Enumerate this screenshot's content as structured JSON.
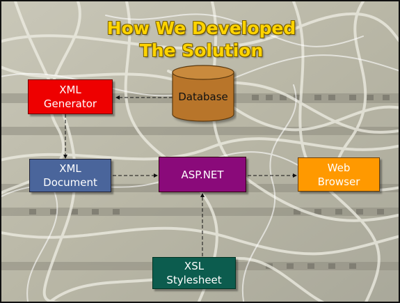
{
  "title": {
    "line1": "How We Developed",
    "line2": "The Solution"
  },
  "colors": {
    "title": "#ffd400",
    "xml_generator": "#ee0000",
    "database": "#b8742a",
    "xml_document": "#4a659b",
    "aspnet": "#8a0a7a",
    "web_browser": "#ff9900",
    "xsl_stylesheet": "#0c5c4e"
  },
  "nodes": {
    "xml_generator": "XML\nGenerator",
    "database": "Database",
    "xml_document": "XML\nDocument",
    "aspnet": "ASP.NET",
    "web_browser": "Web\nBrowser",
    "xsl_stylesheet": "XSL\nStylesheet"
  }
}
